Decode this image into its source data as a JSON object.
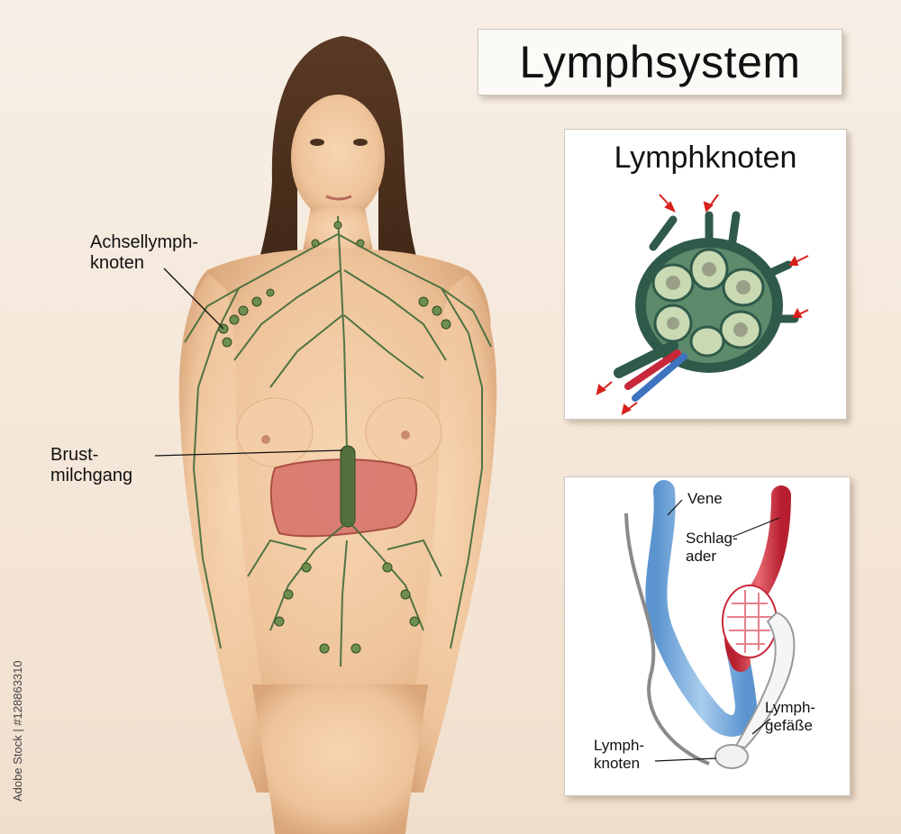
{
  "title": "Lymphsystem",
  "body_labels": {
    "axillary_line1": "Achsellymph-",
    "axillary_line2": "knoten",
    "thoracic_line1": "Brust-",
    "thoracic_line2": "milchgang"
  },
  "node_panel": {
    "title": "Lymphknoten"
  },
  "vessel_panel": {
    "vein": "Vene",
    "artery_line1": "Schlag-",
    "artery_line2": "ader",
    "vessels_line1": "Lymph-",
    "vessels_line2": "gefäße",
    "node_line1": "Lymph-",
    "node_line2": "knoten"
  },
  "watermark": "Adobe Stock | #128863310",
  "colors": {
    "lymph_green": "#3f6b3a",
    "node_dark": "#2f5a4a",
    "node_light": "#c9d9b2",
    "arrow_red": "#d8201c",
    "vein_blue": "#6aa2d8",
    "artery_red": "#c8283a",
    "skin": "#f0c9a0",
    "liver": "#d97a70"
  }
}
